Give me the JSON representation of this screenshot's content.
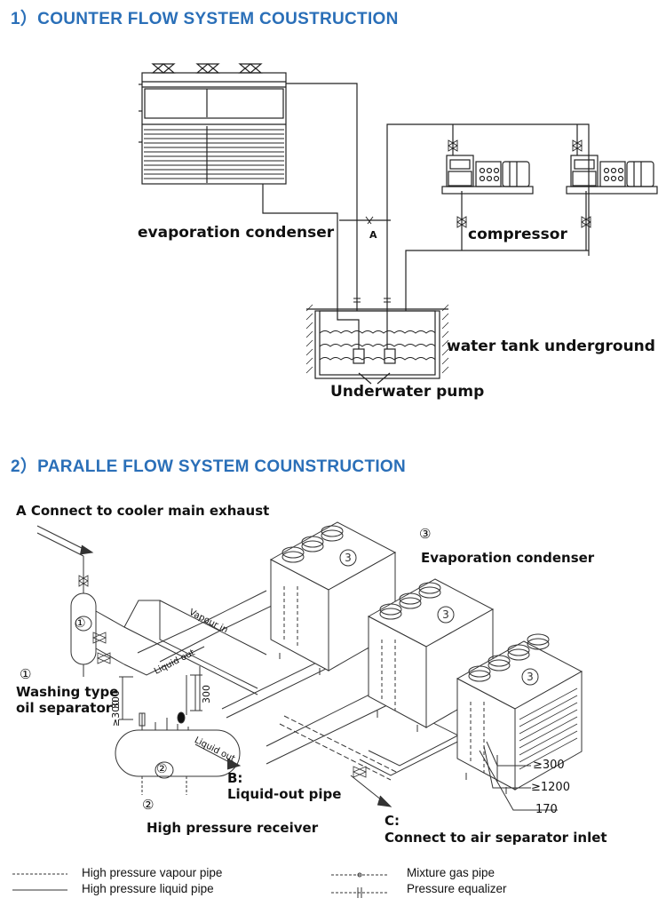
{
  "section1": {
    "title": "1）COUNTER FLOW SYSTEM COUSTRUCTION",
    "labels": {
      "evaporation_condenser": "evaporation condenser",
      "valve_a": "A",
      "compressor": "compressor",
      "water_tank": "water tank underground",
      "pump": "Underwater pump"
    }
  },
  "section2": {
    "title": "2）PARALLE FLOW SYSTEM COUNSTRUCTION",
    "labels": {
      "a_connect": "A  Connect to cooler main exhaust",
      "marker3_top": "③",
      "evap_condenser": "Evaporation condenser",
      "vapour_in": "Vapour in",
      "liquid_out_1": "Liquid out",
      "liquid_out_2": "Liquid out",
      "marker1": "①",
      "washing_line1": "Washing type",
      "washing_line2": "oil separator",
      "dim_300_a": "300",
      "dim_300_b": "300",
      "dim_ge300_v": "≥300",
      "b_code": "B:",
      "b_name": "Liquid-out pipe",
      "marker2": "②",
      "receiver": "High pressure receiver",
      "c_code": "C:",
      "c_name": "Connect to air separator inlet",
      "dim_ge300": "≥300",
      "dim_ge1200": "≥1200",
      "dim_170": "170"
    }
  },
  "legend": {
    "vapour_pipe": "High pressure vapour pipe",
    "liquid_pipe": "High pressure liquid pipe",
    "mixture_gas": "Mixture gas pipe",
    "pressure_eq": "Pressure equalizer"
  }
}
